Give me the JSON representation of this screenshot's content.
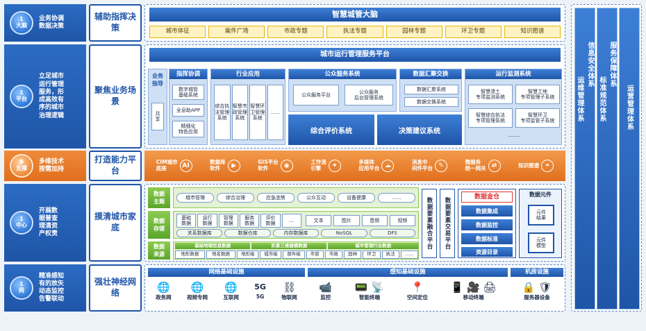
{
  "layers": [
    {
      "badge_num": "1",
      "badge_label": "大脑",
      "desc": "业务协调\n数据决策",
      "label": "辅助指挥决策"
    },
    {
      "badge_num": "1",
      "badge_label": "平台",
      "desc": "立足城市\n运行管理\n服务，形\n成高效有\n序的城市\n治理逻辑",
      "label": "聚焦业务场景"
    },
    {
      "badge_num": "多",
      "badge_label": "支撑",
      "desc": "多维技术\n按需加持",
      "label": "打造能力平台"
    },
    {
      "badge_num": "1",
      "badge_label": "中心",
      "desc": "开展数\n据普查\n理清资\n产权责",
      "label": "摸清城市家底"
    },
    {
      "badge_num": "1",
      "badge_label": "网",
      "desc": "精准感知\n有的放矢\n动态监控\n告警联动",
      "label": "强壮神经网络"
    }
  ],
  "brain": {
    "title": "智慧城管大脑",
    "tags": [
      "城市体征",
      "案件广场",
      "市政专题",
      "执法专题",
      "园林专题",
      "环卫专题",
      "知识图谱"
    ]
  },
  "platform": {
    "title": "城市运行管理服务平台",
    "business_guide": "业务\n指导",
    "share": "共\n享",
    "command": {
      "title": "指挥协调",
      "items": [
        "数字城管\n基础系统",
        "全息助APP",
        "精细化\n特色应用"
      ]
    },
    "industry": {
      "title": "行业应用",
      "items": [
        "综合执\n法管理\n系统",
        "智慧市\n政管理\n系统",
        "智慧环\n卫管理\n系统",
        "……"
      ]
    },
    "public": {
      "title": "公众服务系统",
      "items": [
        "公众服务平台",
        "公众服务\n后台管理系统"
      ]
    },
    "exchange": {
      "title": "数据汇聚交换",
      "items": [
        "数据汇聚系统",
        "数据交换系统"
      ]
    },
    "monitor": {
      "title": "运行监测系统",
      "items": [
        "智慧渣土\n专项监测系统",
        "智慧工地\n专项管理子系统",
        "智慧综合执法\n专项管理系统",
        "智慧环卫\n专项监管子系统"
      ],
      "more": "……"
    },
    "eval": "综合评价系统",
    "decision": "决策建议系统"
  },
  "capabilities": [
    {
      "label": "CIM城市\n底座",
      "icon": "AI"
    },
    {
      "label": "数据库\n软件",
      "icon": "▶"
    },
    {
      "label": "GIS平台\n软件",
      "icon": "◉"
    },
    {
      "label": "工作流\n引擎",
      "icon": "✦"
    },
    {
      "label": "多媒体\n应用平台",
      "icon": "☁"
    },
    {
      "label": "消息中\n间件平台",
      "icon": "✎"
    },
    {
      "label": "微服务\n统一网关",
      "icon": "⇄"
    },
    {
      "label": "知识图谱",
      "icon": "⚭"
    }
  ],
  "data_center": {
    "subject_label": "数据\n主题",
    "subjects": [
      "城市管理",
      "综合治理",
      "应急态势",
      "公众互动",
      "设备健康",
      "……"
    ],
    "storage_label": "数据\n存储",
    "storage_items": [
      "基础\n数据",
      "运行\n数据",
      "管理\n数据",
      "服务\n数据",
      "评价\n数据",
      "…"
    ],
    "media_items": [
      "文本",
      "图片",
      "音频",
      "视频"
    ],
    "db_items": [
      "关系数据库",
      "数据仓库",
      "内存数据库",
      "NoSQL",
      "DFS"
    ],
    "source_label": "数据\n来源",
    "source_groups": [
      "基础地理信息数据",
      "实景三维建模数据",
      "城市管理行业数据"
    ],
    "source_items": [
      "地形数据",
      "地名数据",
      "地形级",
      "城市级",
      "部件级",
      "市容",
      "市政",
      "园林",
      "环卫",
      "执法",
      "……"
    ],
    "fusion": "数据要素融合平台",
    "trade": "数据要素交易平台",
    "gold": {
      "title": "数据金仓",
      "items": [
        "数据集成",
        "数据监控",
        "数据标准",
        "资源目录"
      ]
    },
    "component": {
      "title": "数据元件",
      "items": [
        "元件\n结果",
        "元件\n模型"
      ]
    }
  },
  "network": {
    "groups": [
      {
        "title": "网络基础设施",
        "items": [
          {
            "label": "政务网",
            "icon": "globe-icon"
          },
          {
            "label": "视频专网",
            "icon": "globe-icon"
          },
          {
            "label": "互联网",
            "icon": "globe-icon"
          },
          {
            "label": "5G",
            "icon": "5g-icon"
          },
          {
            "label": "物联网",
            "icon": "iot-icon"
          }
        ]
      },
      {
        "title": "感知基础设施",
        "items": [
          {
            "label": "监控",
            "icon": "camera-icon"
          },
          {
            "label": "智能终端",
            "icon": "terminal-icon"
          },
          {
            "label": "空间定位",
            "icon": "pin-icon"
          },
          {
            "label": "移动终端",
            "icon": "phone-icon"
          }
        ]
      },
      {
        "title": "机房设施",
        "items": [
          {
            "label": "服务器设备",
            "icon": "server-icon"
          }
        ]
      }
    ]
  },
  "right_columns": [
    {
      "top": "信息安全体系",
      "bottom": "运维管理体系"
    },
    {
      "top": "服务保障体系",
      "bottom": "标准规范体系"
    },
    {
      "top": "运营管理体系",
      "bottom": ""
    }
  ]
}
